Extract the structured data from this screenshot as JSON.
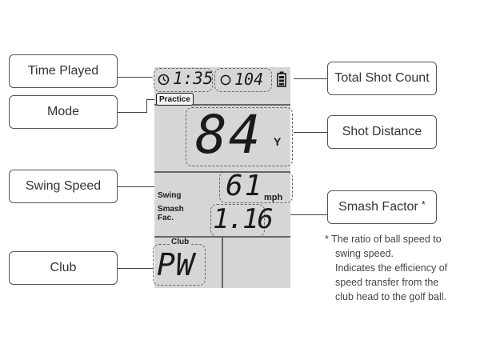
{
  "labels": {
    "time_played": "Time Played",
    "mode": "Mode",
    "swing_speed": "Swing Speed",
    "club": "Club",
    "total_shot_count": "Total Shot Count",
    "shot_distance": "Shot Distance",
    "smash_factor": "Smash Factor",
    "smash_factor_mark": "*"
  },
  "display": {
    "time": "1:35",
    "shot_count": "104",
    "mode": "Practice",
    "distance": "84",
    "distance_unit": "Y",
    "swing_label": "Swing",
    "smash_label_1": "Smash",
    "smash_label_2": "Fac.",
    "swing_speed": "61",
    "swing_speed_unit": "mph",
    "smash_factor": "1.16",
    "club_label": "Club",
    "club": "PW"
  },
  "note": {
    "line1": "* The ratio of ball speed to",
    "line2": "swing speed.",
    "line3": "Indicates the efficiency of",
    "line4": "speed transfer from the",
    "line5": "club head to the golf ball."
  },
  "icons": [
    "clock-icon",
    "ball-icon",
    "battery-icon"
  ]
}
